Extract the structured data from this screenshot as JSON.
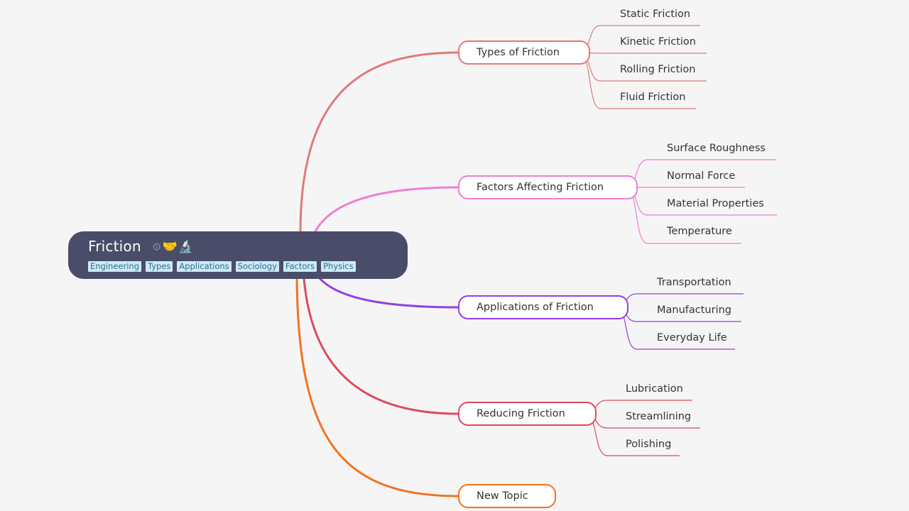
{
  "root": {
    "title": "Friction",
    "icons": [
      "gear-icon",
      "handshake-icon",
      "microscope-icon"
    ],
    "icon_glyphs": [
      "⚙",
      "🤝",
      "🔬"
    ],
    "tags": [
      "Engineering",
      "Types",
      "Applications",
      "Sociology",
      "Factors",
      "Physics"
    ]
  },
  "branches": [
    {
      "label": "Types of Friction",
      "color": "#e07a7a",
      "leaves": [
        "Static Friction",
        "Kinetic Friction",
        "Rolling Friction",
        "Fluid Friction"
      ]
    },
    {
      "label": "Factors Affecting Friction",
      "color": "#ee7ed3",
      "leaves": [
        "Surface Roughness",
        "Normal Force",
        "Material Properties",
        "Temperature"
      ]
    },
    {
      "label": "Applications of Friction",
      "color": "#9140e0",
      "leaves": [
        "Transportation",
        "Manufacturing",
        "Everyday Life"
      ]
    },
    {
      "label": "Reducing Friction",
      "color": "#dd4b5e",
      "leaves": [
        "Lubrication",
        "Streamlining",
        "Polishing"
      ]
    },
    {
      "label": "New Topic",
      "color": "#f27321",
      "leaves": []
    }
  ]
}
